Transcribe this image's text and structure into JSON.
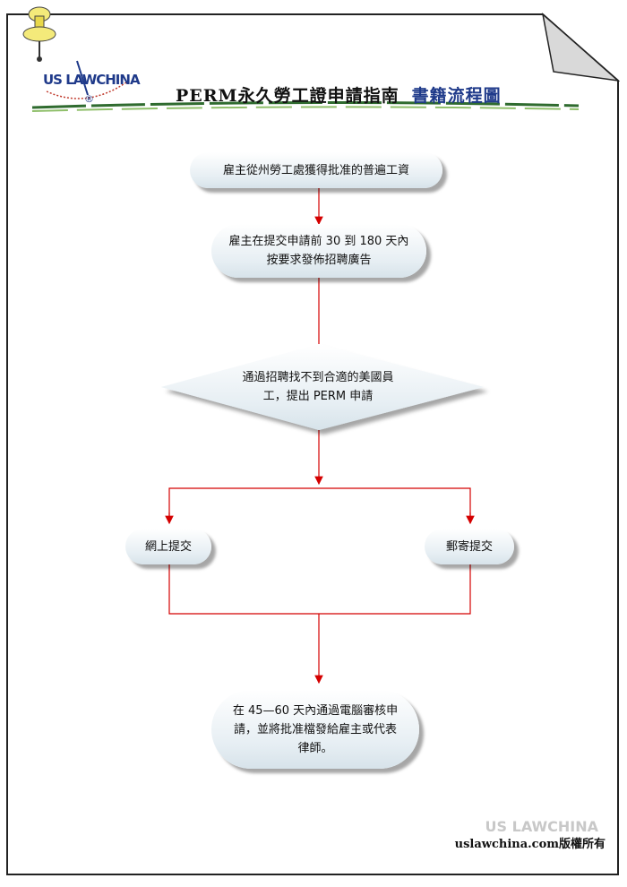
{
  "header": {
    "brand": "US LAWCHINA",
    "registered": "®",
    "title": "PERM永久勞工證申請指南",
    "subtitle": "書籍流程圖"
  },
  "nodes": {
    "wage": "雇主從州勞工處獲得批准的普遍工資",
    "recruit": "雇主在提交申請前 30 到 180 天內按要求發佈招聘廣告",
    "decision": "通過招聘找不到合適的美國員工，提出 PERM 申請",
    "online": "網上提交",
    "mail": "郵寄提交",
    "review": "在 45—60 天內通過電腦審核申請，並將批准檔發給雇主或代表律師。"
  },
  "footer": {
    "watermark": "US LAWCHINA",
    "copyright": "uslawchina.com版權所有"
  },
  "colors": {
    "arrow": "#d40000",
    "title_sub": "#1f3a8a",
    "node_fill": "#e6eef3"
  }
}
